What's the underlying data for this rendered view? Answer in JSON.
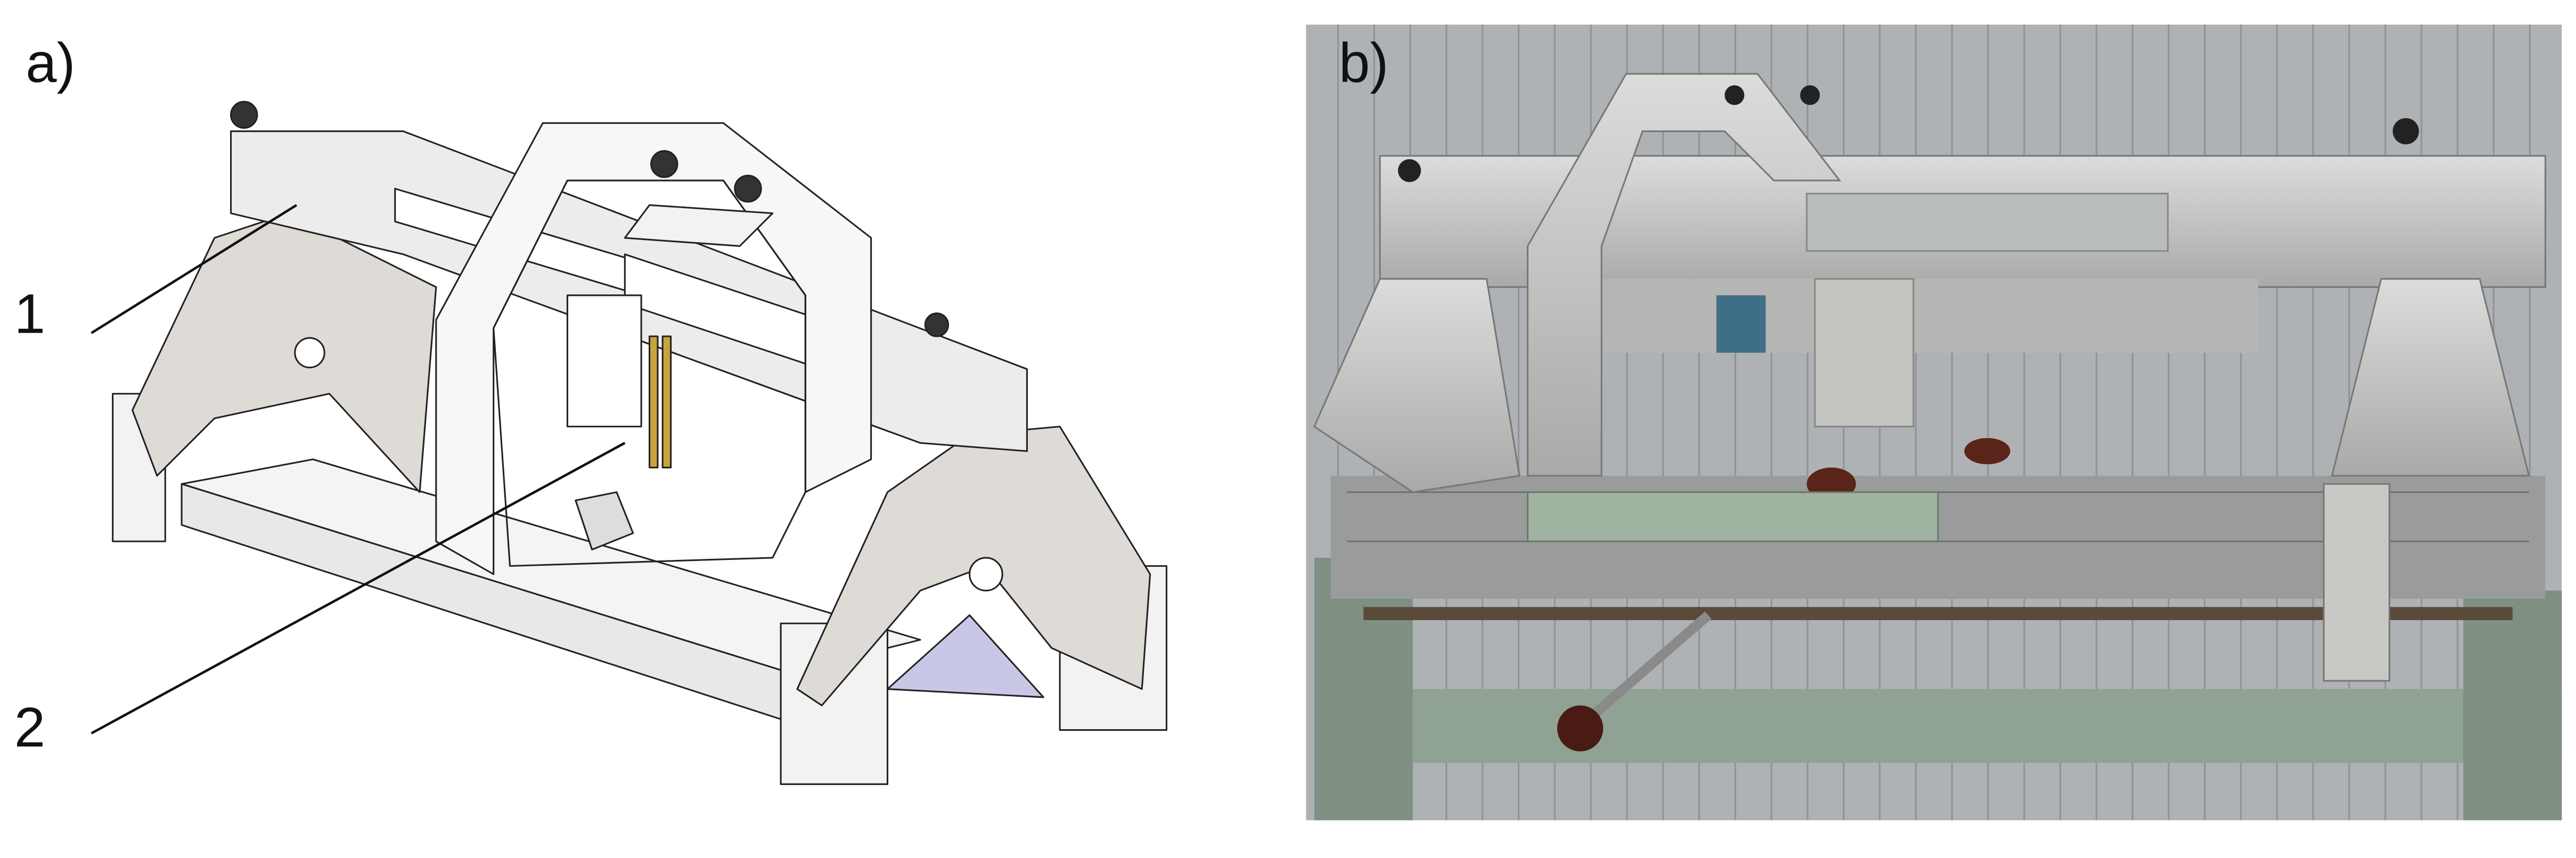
{
  "panels": {
    "a": {
      "label": "a)",
      "callouts": [
        "1",
        "2"
      ]
    },
    "b": {
      "label": "b)"
    }
  },
  "colors": {
    "cad_plate": "#dedad6",
    "cad_line": "#222222",
    "photo_wall": "#a9adb0",
    "machine_green": "#8fa293",
    "aluminium": "#c9c9c6"
  }
}
